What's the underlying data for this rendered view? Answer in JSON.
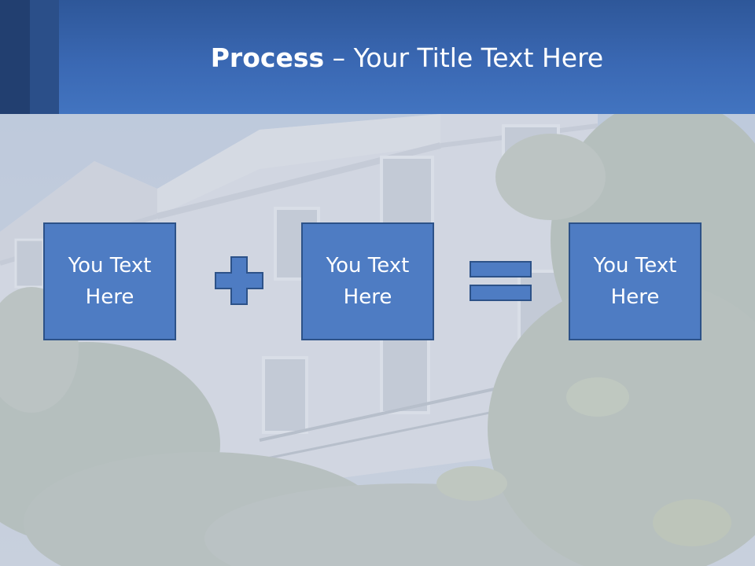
{
  "slide": {
    "title_bold": "Process",
    "title_rest": " – Your Title Text Here"
  },
  "process": {
    "boxes": [
      {
        "text": "You Text\nHere"
      },
      {
        "text": "You Text\nHere"
      },
      {
        "text": "You Text\nHere"
      }
    ],
    "operators": [
      "plus-icon",
      "equals-icon"
    ]
  },
  "colors": {
    "header": "#3a68b3",
    "header_dark": "#223f70",
    "box_fill": "#4e7cc3",
    "box_border": "#2d5288",
    "background": "#c9cfda"
  }
}
